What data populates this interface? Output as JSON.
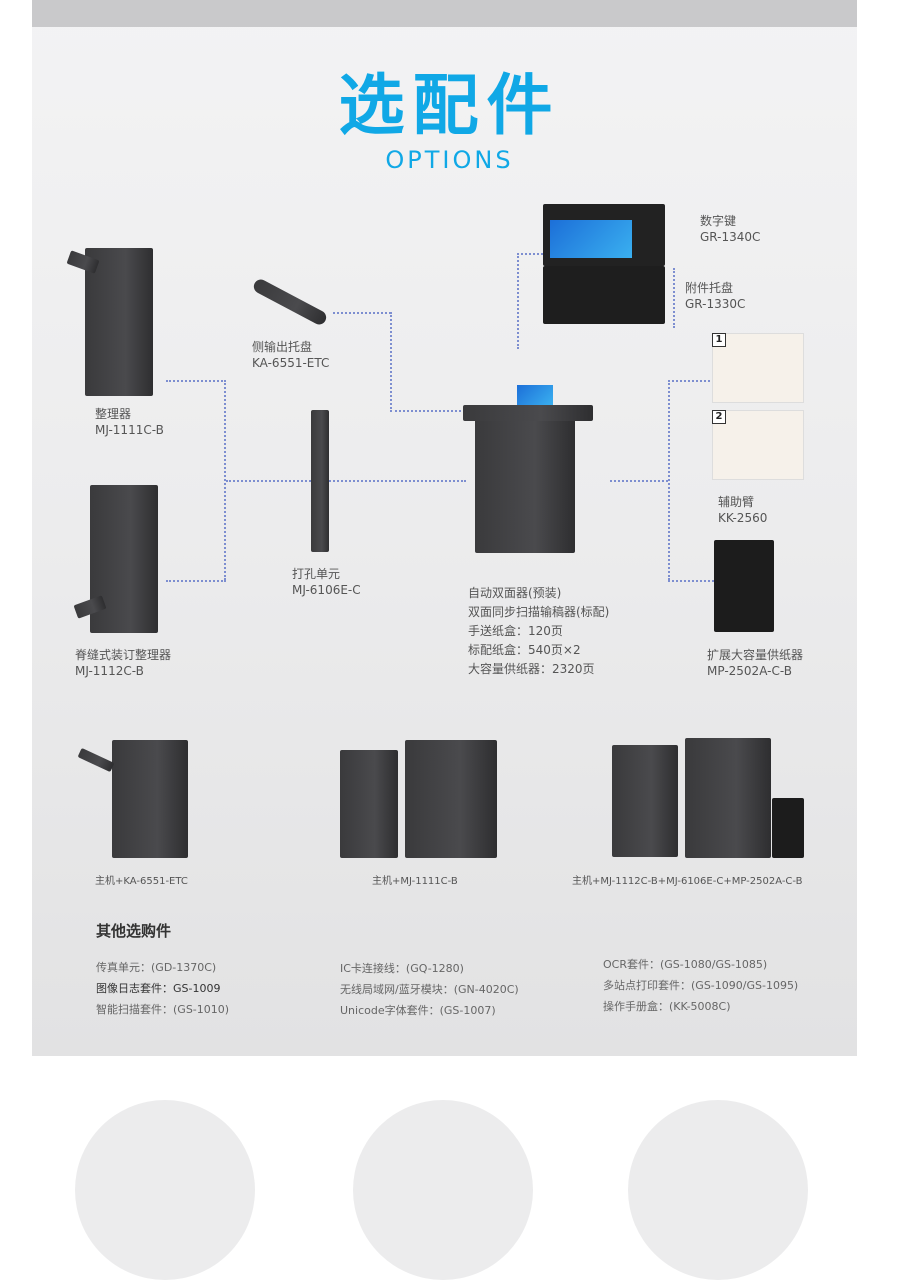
{
  "header": {
    "title": "选配件",
    "subtitle": "OPTIONS"
  },
  "options": {
    "keypad": {
      "name": "数字键",
      "model": "GR-1340C"
    },
    "tray": {
      "name": "附件托盘",
      "model": "GR-1330C"
    },
    "side_tray": {
      "name": "侧输出托盘",
      "model": "KA-6551-ETC"
    },
    "finisher": {
      "name": "整理器",
      "model": "MJ-1111C-B"
    },
    "saddle_finisher": {
      "name": "脊缝式装订整理器",
      "model": "MJ-1112C-B"
    },
    "punch": {
      "name": "打孔单元",
      "model": "MJ-6106E-C"
    },
    "arm": {
      "name": "辅助臂",
      "model": "KK-2560",
      "steps": [
        "1",
        "2"
      ]
    },
    "lcf": {
      "name": "扩展大容量供纸器",
      "model": "MP-2502A-C-B"
    }
  },
  "main_specs": [
    "自动双面器(预装)",
    "双面同步扫描输稿器(标配)",
    "手送纸盒：120页",
    "标配纸盒：540页×2",
    "大容量供纸器：2320页"
  ],
  "configs": [
    "主机+KA-6551-ETC",
    "主机+MJ-1111C-B",
    "主机+MJ-1112C-B+MJ-6106E-C+MP-2502A-C-B"
  ],
  "other": {
    "heading": "其他选购件",
    "columns": [
      [
        "传真单元：(GD-1370C)",
        "图像日志套件：GS-1009",
        "智能扫描套件：(GS-1010)"
      ],
      [
        "IC卡连接线：(GQ-1280)",
        "无线局域网/蓝牙模块：(GN-4020C)",
        "Unicode字体套件：(GS-1007)"
      ],
      [
        "OCR套件：(GS-1080/GS-1085)",
        "多站点打印套件：(GS-1090/GS-1095)",
        "操作手册盒：(KK-5008C)"
      ]
    ]
  }
}
